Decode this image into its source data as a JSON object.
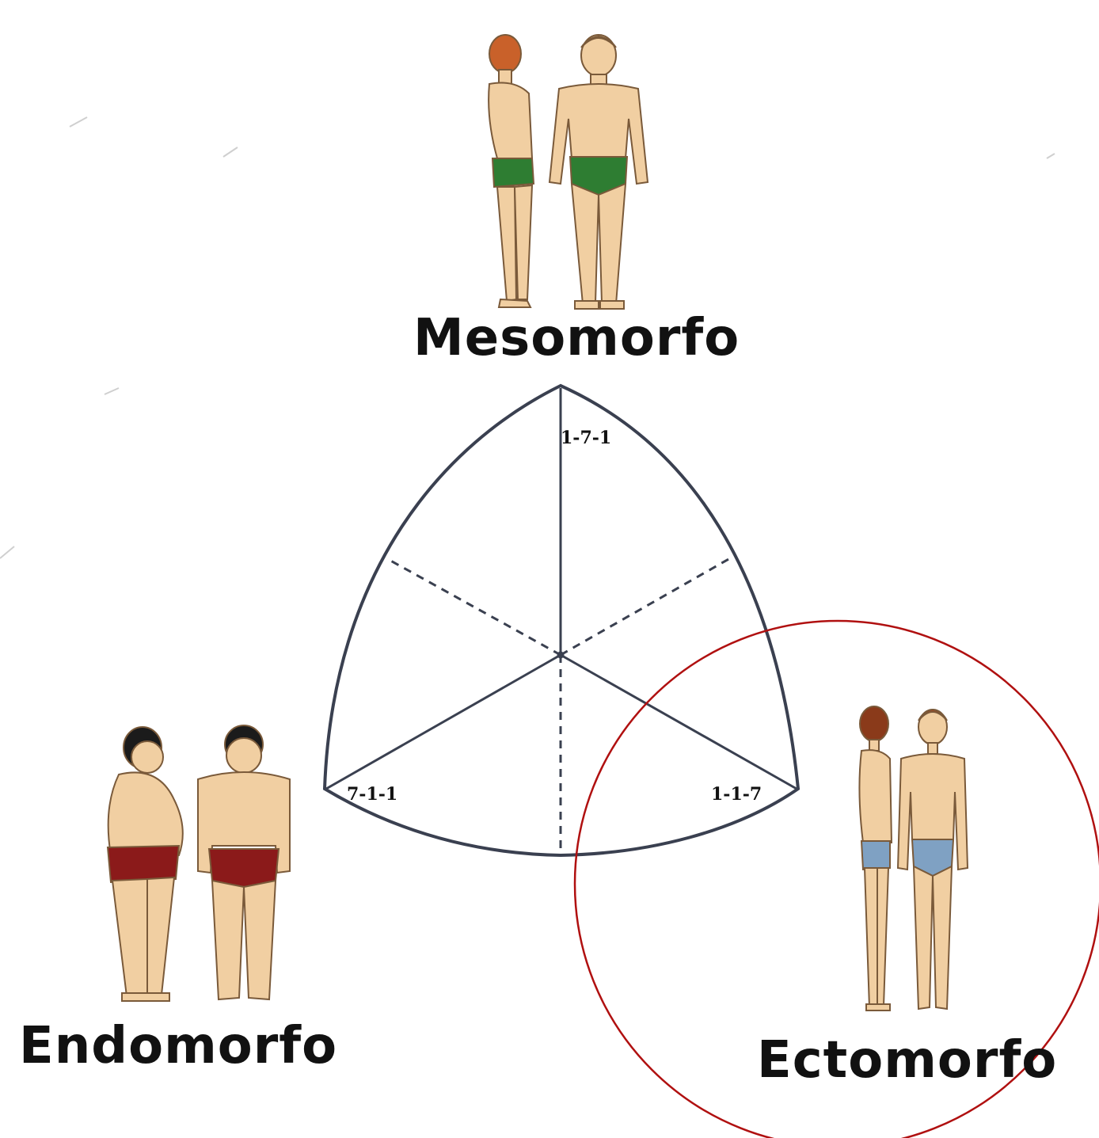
{
  "labels": {
    "mesomorph": "Mesomorfo",
    "endomorph": "Endomorfo",
    "ectomorph": "Ectomorfo"
  },
  "vertex_ratings": {
    "mesomorph": "1-7-1",
    "endomorph": "7-1-1",
    "ectomorph": "1-1-7"
  },
  "colors": {
    "skin": "#f1cfa2",
    "mesomorph_briefs": "#2e7d32",
    "endomorph_briefs": "#8b1a1a",
    "ectomorph_briefs": "#7fa1c3",
    "highlight_circle": "#b01010",
    "diagram_line": "#3a4050"
  },
  "icons": [
    "mesomorph-figure-side",
    "mesomorph-figure-front",
    "endomorph-figure-side",
    "endomorph-figure-front",
    "ectomorph-figure-side",
    "ectomorph-figure-front"
  ]
}
